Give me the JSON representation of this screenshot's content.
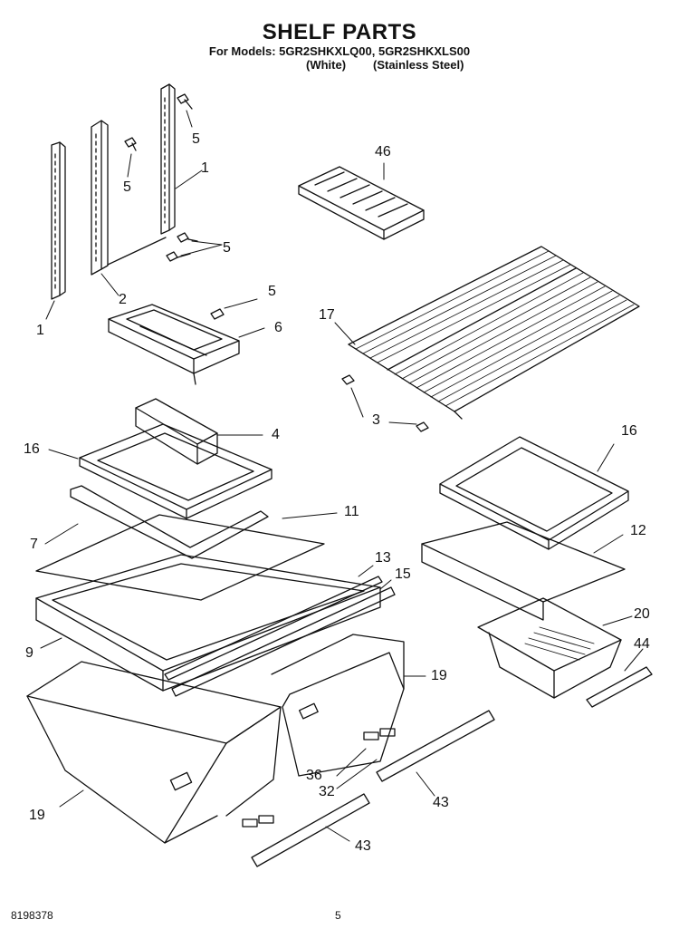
{
  "header": {
    "title": "SHELF PARTS",
    "models_line": "For Models: 5GR2SHKXLQ00, 5GR2SHKXLS00",
    "white_label": "(White)",
    "stainless_label": "(Stainless Steel)"
  },
  "callouts": {
    "c5a": "5",
    "c1a": "1",
    "c5b": "5",
    "c5c": "5",
    "c1b": "1",
    "c2": "2",
    "c5d": "5",
    "c6": "6",
    "c46": "46",
    "c17": "17",
    "c3": "3",
    "c4": "4",
    "c16a": "16",
    "c16b": "16",
    "c11": "11",
    "c7": "7",
    "c13": "13",
    "c15": "15",
    "c12": "12",
    "c9": "9",
    "c20": "20",
    "c44": "44",
    "c19a": "19",
    "c19b": "19",
    "c36": "36",
    "c32": "32",
    "c43a": "43",
    "c43b": "43"
  },
  "footer": {
    "doc_number": "8198378",
    "page_number": "5"
  }
}
